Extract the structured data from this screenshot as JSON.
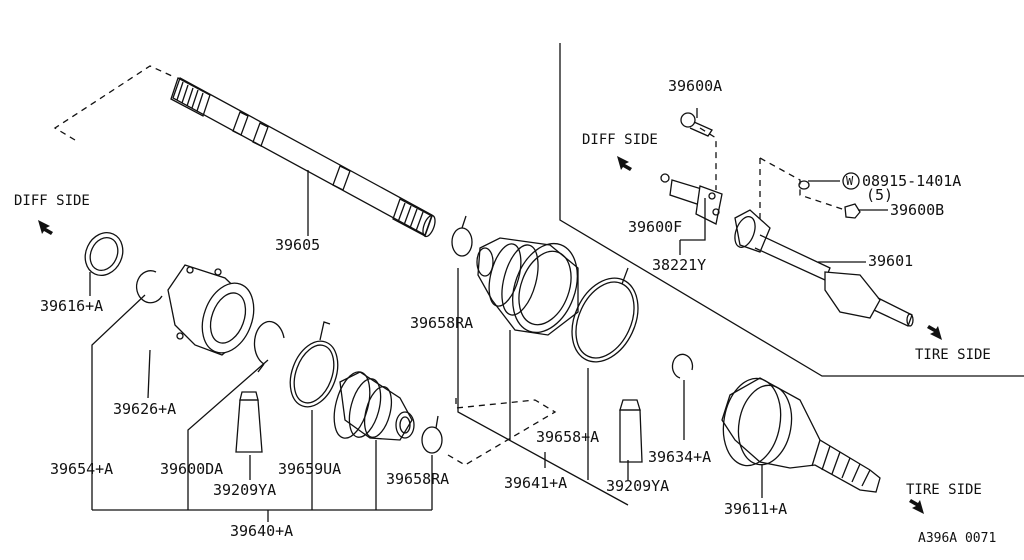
{
  "labels": {
    "diff_side_left": "DIFF SIDE",
    "diff_side_inset": "DIFF SIDE",
    "tire_side_inset": "TIRE SIDE",
    "tire_side_bottom": "TIRE SIDE",
    "p39605": "39605",
    "p39616": "39616+A",
    "p39626": "39626+A",
    "p39654": "39654+A",
    "p39600DA": "39600DA",
    "p39209YA_left": "39209YA",
    "p39659UA": "39659UA",
    "p39658RA_left": "39658RA",
    "p39658RA_right": "39658RA",
    "p39640": "39640+A",
    "p39658A": "39658+A",
    "p39641": "39641+A",
    "p39209YA_right": "39209YA",
    "p39634": "39634+A",
    "p39611": "39611+A",
    "p39600A": "39600A",
    "p39600F": "39600F",
    "p38221Y": "38221Y",
    "p08915": "08915-1401A",
    "p08915_qty": "(5)",
    "p08915_marker": "W",
    "p39600B": "39600B",
    "p39601": "39601",
    "code": "A396A 0071"
  }
}
